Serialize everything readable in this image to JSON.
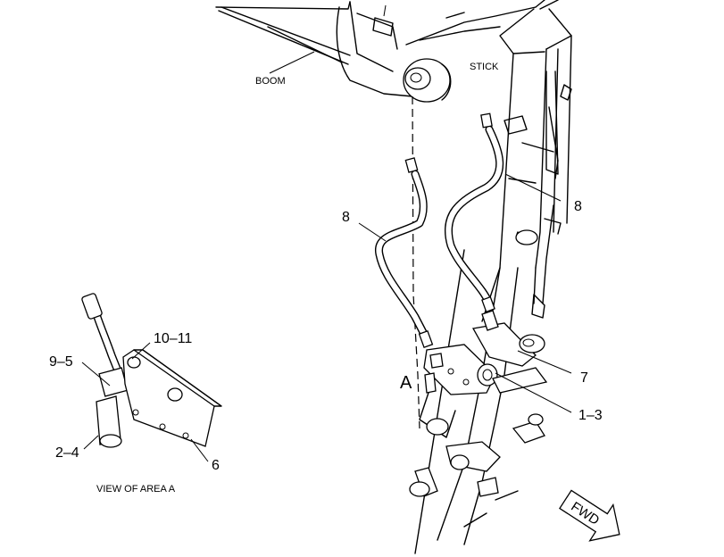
{
  "labels": {
    "boom": "BOOM",
    "stick": "STICK",
    "view": "VIEW OF AREA  A",
    "area": "A",
    "fwd": "FWD"
  },
  "callouts": {
    "hose_left": "8",
    "hose_right": "8",
    "item_7": "7",
    "item_1_3": "1–3",
    "item_10_11": "10–11",
    "item_9_5": "9–5",
    "item_2_4": "2–4",
    "item_6": "6"
  }
}
